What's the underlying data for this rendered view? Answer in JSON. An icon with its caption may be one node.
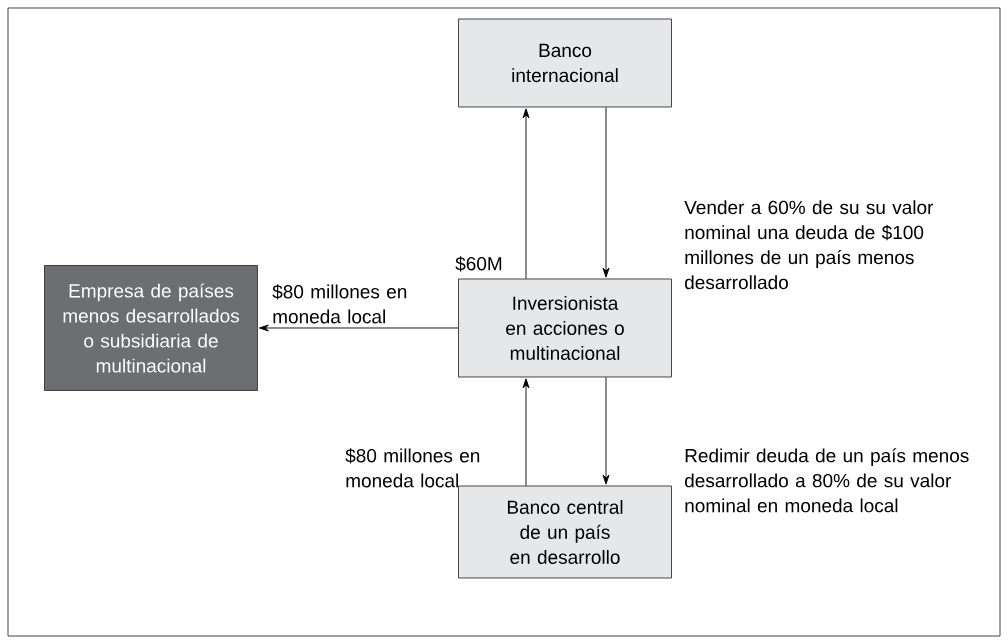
{
  "diagram": {
    "nodes": [
      {
        "text": [
          "Banco internacional"
        ]
      },
      {
        "text": [
          "Inversionista en acciones o multinacional"
        ]
      },
      {
        "text": [
          "Empresa de países menos desarrollados o subsidiaria de multinacional"
        ]
      },
      {
        "text": [
          "Banco central de un país en desarrollo"
        ]
      }
    ],
    "edges": [
      {
        "from": 1,
        "to": 0,
        "arrow": "to",
        "label": "$60M"
      },
      {
        "from": 0,
        "to": 1,
        "arrow": "to",
        "label": "Vender a 60% de su su valor nominal una deuda de $100 millones de un país menos desarrollado"
      },
      {
        "from": 1,
        "to": 2,
        "arrow": "to",
        "label": "$80 millones en moneda local"
      },
      {
        "from": 3,
        "to": 1,
        "arrow": "to",
        "label": "$80 millones en moneda local"
      },
      {
        "from": 1,
        "to": 3,
        "arrow": "to",
        "label": "Redimir deuda de un país menos desarrollado a 80% de su valor nominal en moneda local"
      }
    ]
  }
}
